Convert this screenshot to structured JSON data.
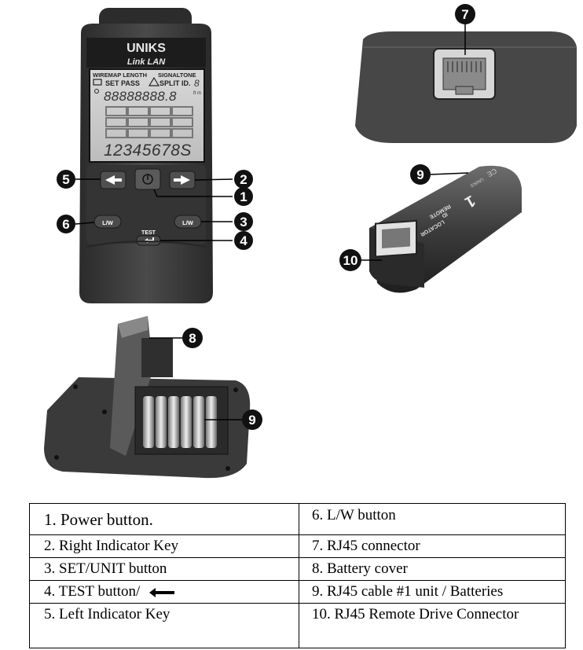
{
  "device": {
    "brand": "UNIKS",
    "model": "Link LAN",
    "lcd_header_left": "WIREMAP LENGTH",
    "lcd_header_right": "SIGNALTONE",
    "lcd_row2": "SET PASS",
    "lcd_row2_right": "SPLIT ID.",
    "lcd_id_digit": "8",
    "lcd_digits": "88888888.8",
    "lcd_units": "ft m",
    "lcd_bottom": "12345678S",
    "btn_lw_left": "L/W",
    "btn_lw_right": "L/W",
    "btn_test": "TEST",
    "remote_label_1": "REMOTE",
    "remote_label_2": "ID",
    "remote_label_3": "LOCATOR",
    "remote_number": "1",
    "remote_brand": "UNIKS",
    "ce_mark": "CE"
  },
  "callouts": [
    "1",
    "2",
    "3",
    "4",
    "5",
    "6",
    "7",
    "8",
    "9",
    "10",
    "9"
  ],
  "legend": {
    "rows": [
      [
        "1. Power button.",
        "6. L/W button"
      ],
      [
        "2. Right Indicator Key",
        "7. RJ45 connector"
      ],
      [
        "3. SET/UNIT button",
        "8. Battery cover"
      ],
      [
        "4. TEST button/",
        "9. RJ45 cable #1 unit / Batteries"
      ],
      [
        "5. Left Indicator Key",
        "10. RJ45 Remote Drive Connector"
      ]
    ]
  }
}
